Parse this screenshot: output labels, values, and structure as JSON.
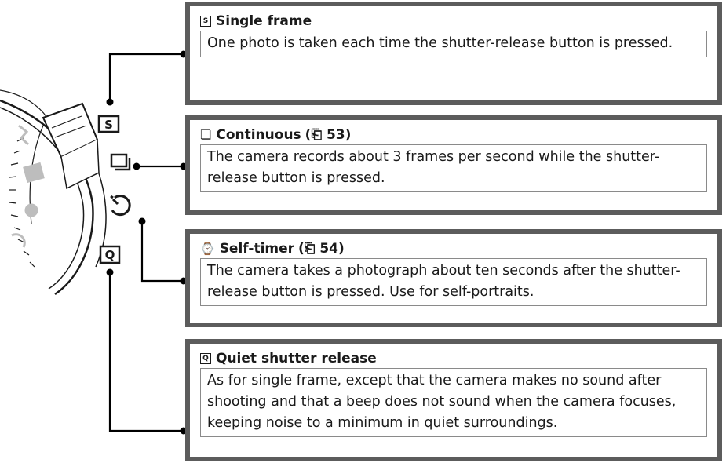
{
  "dial": {
    "labels": {
      "s": "S",
      "q": "Q"
    },
    "icons": [
      "s-mode-icon",
      "continuous-mode-icon",
      "self-timer-icon",
      "q-mode-icon"
    ]
  },
  "modes": [
    {
      "icon": "s-mode-icon",
      "glyph": "S",
      "title": "Single frame",
      "page_ref": "",
      "description": "One photo is taken each time the shutter-release button is pressed."
    },
    {
      "icon": "continuous-mode-icon",
      "glyph": "❏",
      "title": "Continuous",
      "page_ref": "(⎗ 53)",
      "description": "The camera records about 3 frames per second while the shutter-release button is pressed."
    },
    {
      "icon": "self-timer-icon",
      "glyph": "⌚",
      "title": "Self-timer",
      "page_ref": "(⎗ 54)",
      "description": "The camera takes a photograph about ten seconds after the shutter-release button is pressed.  Use for self-portraits."
    },
    {
      "icon": "q-mode-icon",
      "glyph": "Q",
      "title": "Quiet shutter release",
      "page_ref": "",
      "description": "As for single frame, except that the camera makes no sound after shooting and that a beep does not sound when the camera focuses, keeping noise to a minimum in quiet surroundings."
    }
  ],
  "colors": {
    "box_border": "#5c5c5c",
    "inner_border": "#8a8a8a",
    "line": "#000000",
    "text": "#1a1a1a"
  }
}
